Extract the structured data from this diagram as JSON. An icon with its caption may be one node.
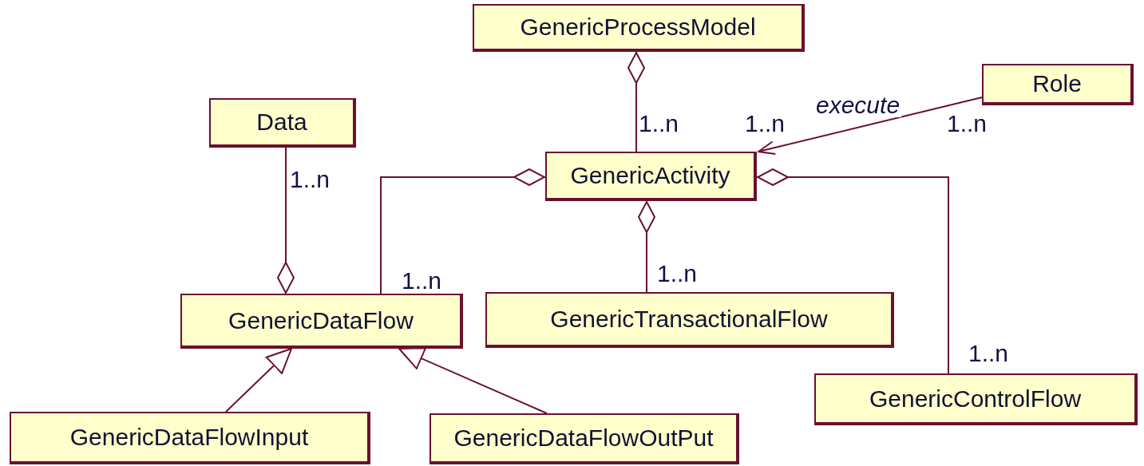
{
  "diagram": {
    "nodes": [
      {
        "text": [
          "GenericProcessModel"
        ]
      },
      {
        "text": [
          "Role"
        ]
      },
      {
        "text": [
          "Data"
        ]
      },
      {
        "text": [
          "GenericActivity"
        ]
      },
      {
        "text": [
          "GenericDataFlow"
        ]
      },
      {
        "text": [
          "GenericTransactionalFlow"
        ]
      },
      {
        "text": [
          "GenericControlFlow"
        ]
      },
      {
        "text": [
          "GenericDataFlowInput"
        ]
      },
      {
        "text": [
          "GenericDataFlowOutPut"
        ]
      }
    ],
    "edges": [
      {
        "from": 3,
        "to": 0,
        "arrow": "other"
      },
      {
        "from": 1,
        "to": 3,
        "arrow": "to",
        "label": "execute"
      },
      {
        "from": 4,
        "to": 3,
        "arrow": "other"
      },
      {
        "from": 5,
        "to": 3,
        "arrow": "other"
      },
      {
        "from": 6,
        "to": 3,
        "arrow": "other"
      },
      {
        "from": 2,
        "to": 4,
        "arrow": "other"
      },
      {
        "from": 7,
        "to": 4,
        "arrow": "to"
      },
      {
        "from": 8,
        "to": 4,
        "arrow": "to"
      }
    ],
    "labels": [
      "1..n",
      "1..n",
      "1..n",
      "1..n",
      "1..n",
      "1..n",
      "1..n"
    ]
  }
}
